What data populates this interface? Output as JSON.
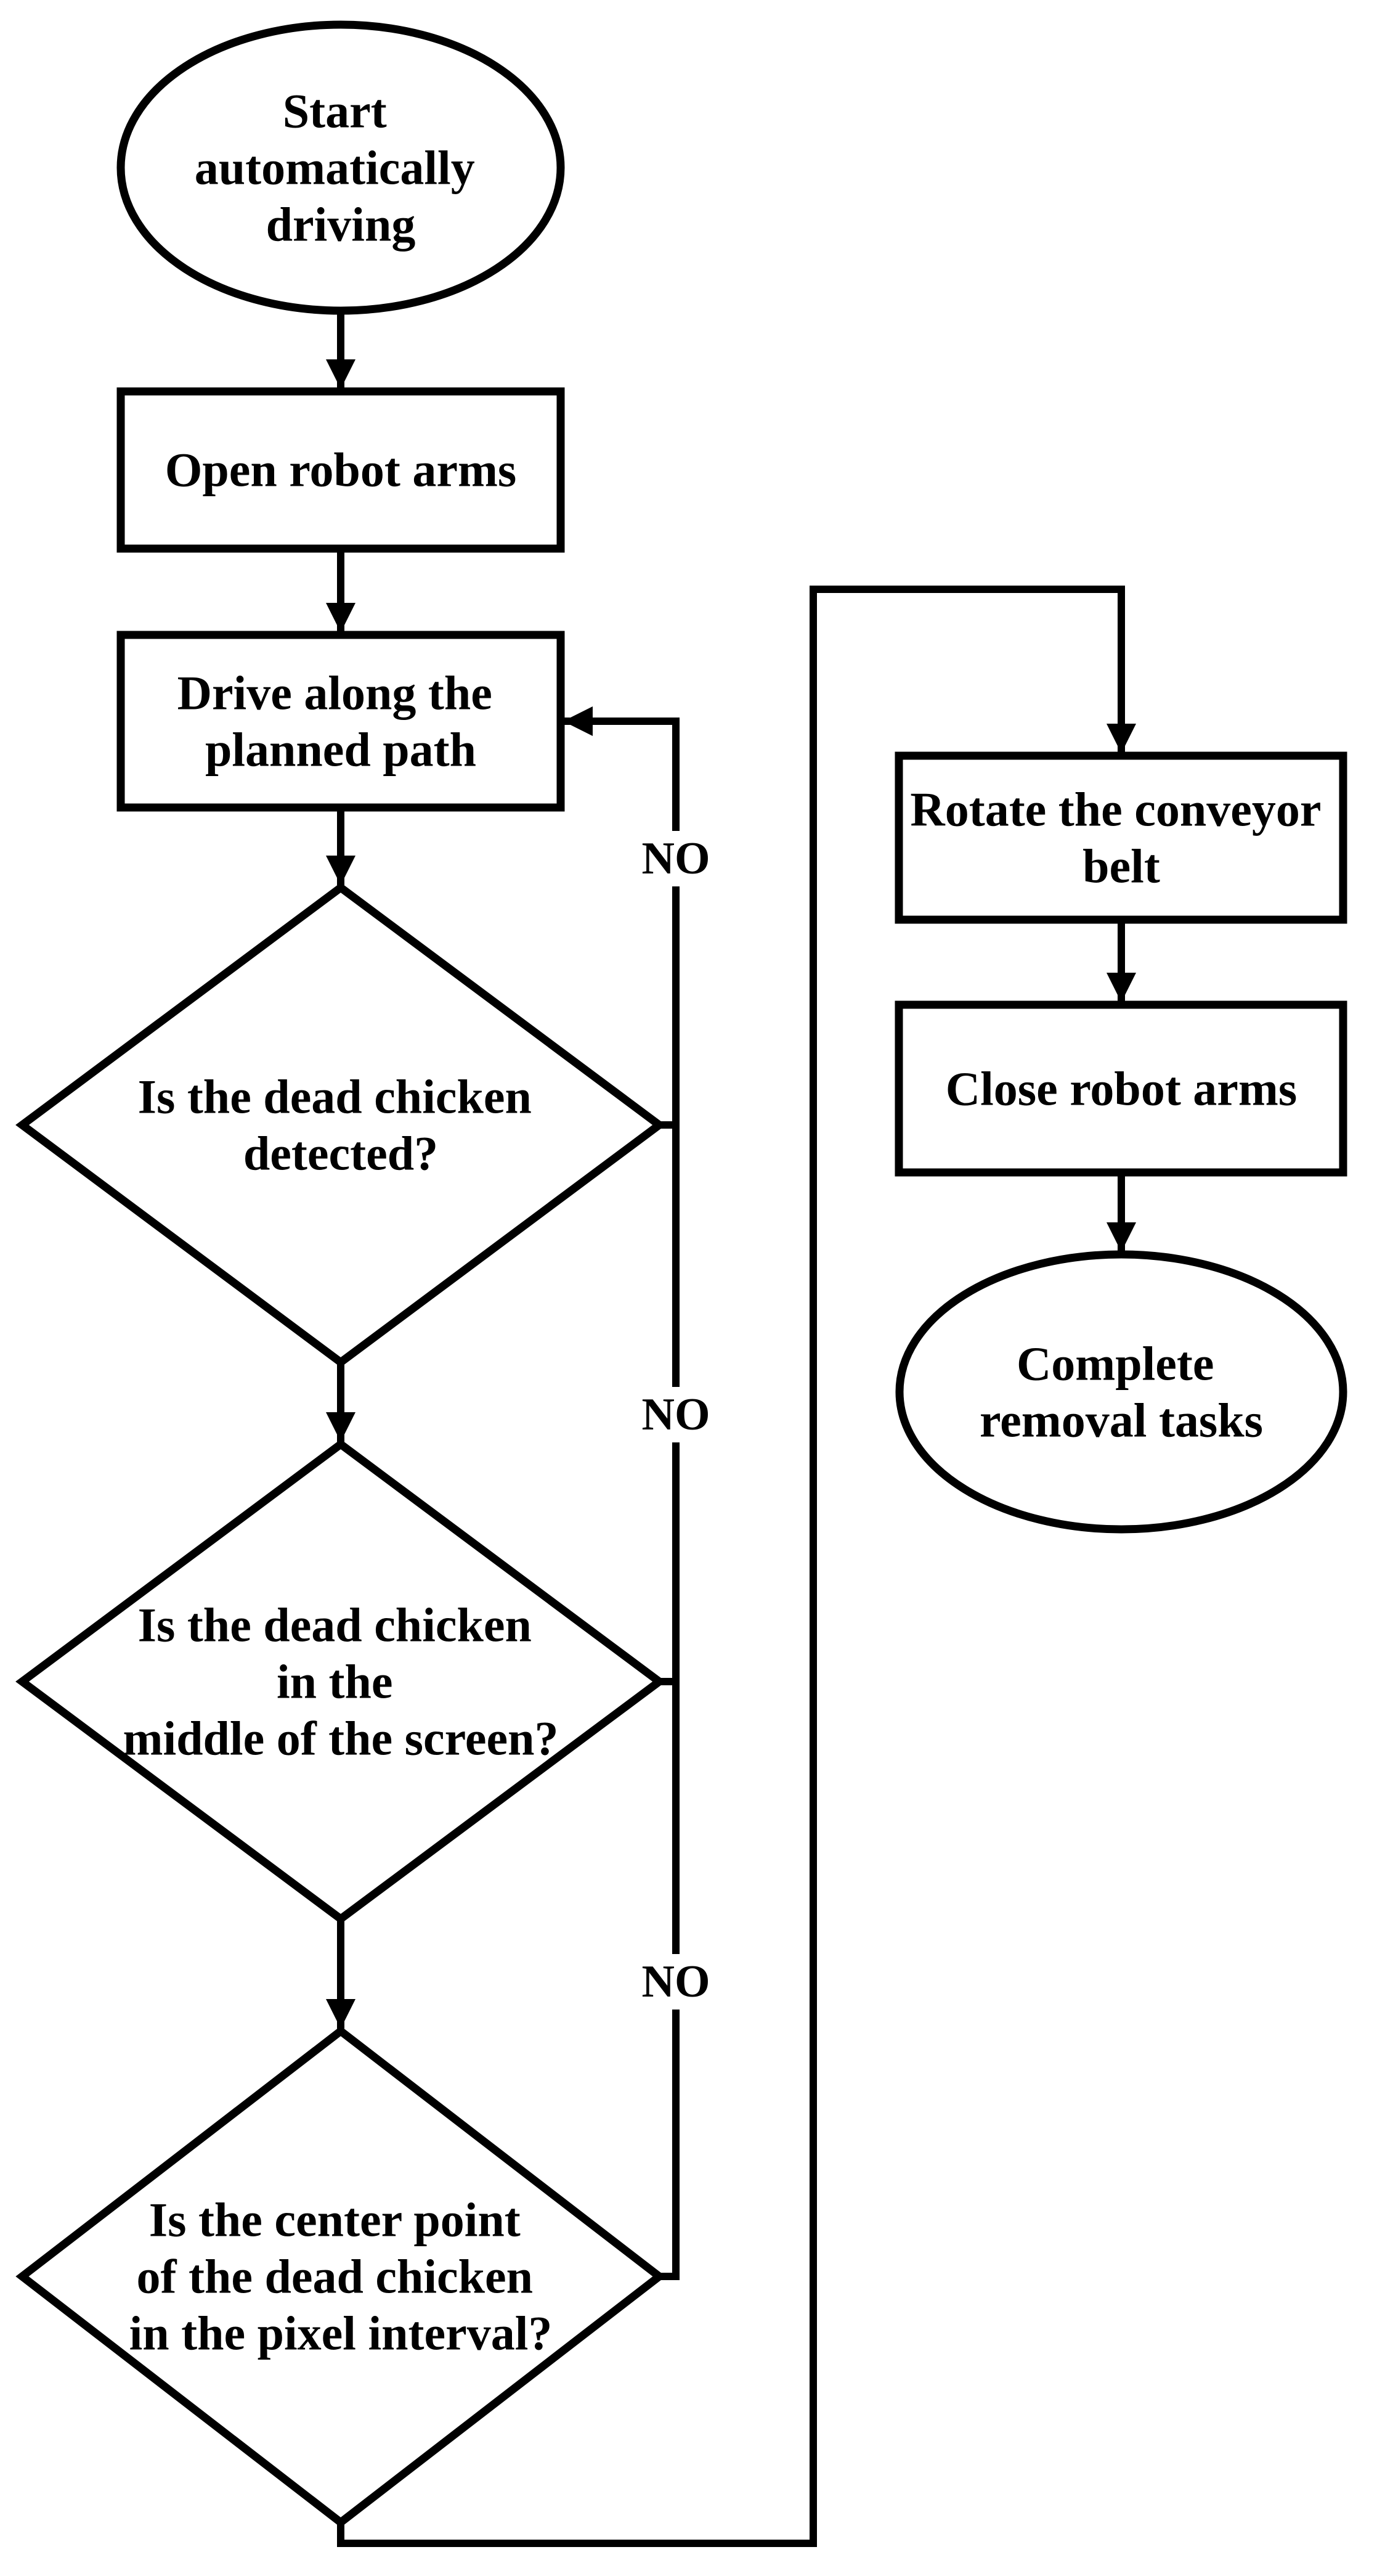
{
  "diagram": {
    "title": "Dead chicken removal robot flowchart",
    "colors": {
      "stroke": "#000000",
      "background": "#ffffff",
      "text": "#000000"
    },
    "nodes": {
      "start": {
        "type": "terminator-ellipse",
        "lines": [
          "Start",
          "automatically",
          "driving"
        ]
      },
      "open_arms": {
        "type": "process",
        "lines": [
          "Open robot arms"
        ]
      },
      "drive_path": {
        "type": "process",
        "lines": [
          "Drive along the",
          "planned path"
        ]
      },
      "detect_decision": {
        "type": "decision",
        "lines": [
          "Is the dead chicken",
          "detected?"
        ]
      },
      "middle_decision": {
        "type": "decision",
        "lines": [
          "Is the dead chicken",
          "in the",
          "middle of the screen?"
        ]
      },
      "pixel_decision": {
        "type": "decision",
        "lines": [
          "Is the center point",
          "of the dead chicken",
          "in the pixel interval?"
        ]
      },
      "rotate_belt": {
        "type": "process",
        "lines": [
          "Rotate the conveyor",
          "belt"
        ]
      },
      "close_arms": {
        "type": "process",
        "lines": [
          "Close robot arms"
        ]
      },
      "complete": {
        "type": "terminator-ellipse",
        "lines": [
          "Complete",
          "removal tasks"
        ]
      }
    },
    "edge_labels": {
      "no1": "NO",
      "no2": "NO",
      "no3": "NO"
    }
  }
}
